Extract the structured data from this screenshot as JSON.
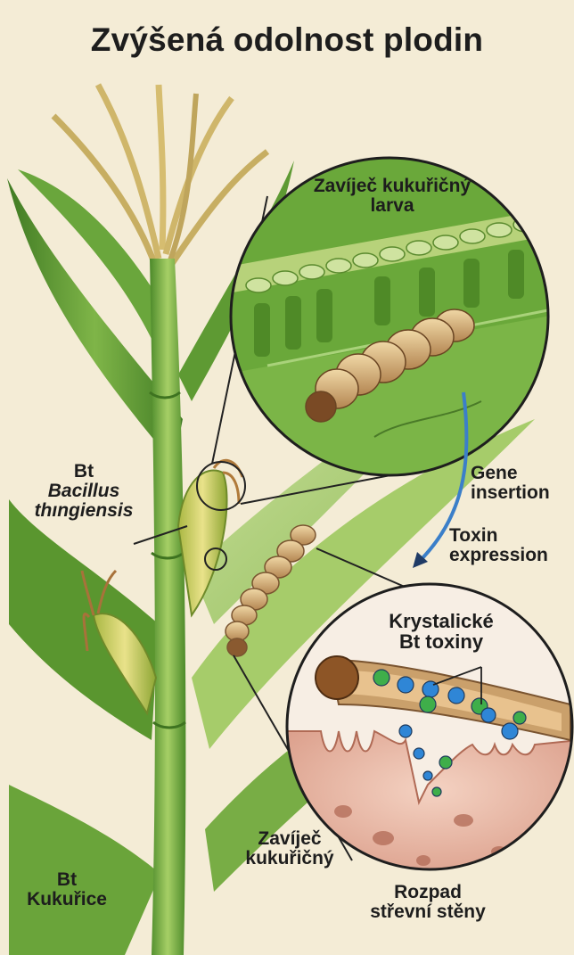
{
  "title": "Zvýšená odolnost plodin",
  "labels": {
    "larva_zoom": [
      "Zavíječ kukuřičný",
      "larva"
    ],
    "bt_bacterium": [
      "Bt",
      "Bacillus",
      "thıngiensis"
    ],
    "gene_insertion": [
      "Gene",
      "insertion"
    ],
    "toxin_expression": [
      "Toxin",
      "expression"
    ],
    "crystal_toxins": [
      "Krystalické",
      "Bt toxiny"
    ],
    "larva_leaf": [
      "Zavíječ",
      "kukuřičný"
    ],
    "bt_corn": [
      "Bt",
      "Kukuřice"
    ],
    "gut_wall": [
      "Rozpad",
      "střevní stěny"
    ]
  },
  "colors": {
    "background": "#f4ecd6",
    "leaf_dark": "#4f8a2c",
    "leaf_light": "#9cc65a",
    "larva": "#d6b07a",
    "toxin_blue": "#2f86d6",
    "toxin_green": "#3fae4a",
    "gut": "#e9b8a4"
  }
}
